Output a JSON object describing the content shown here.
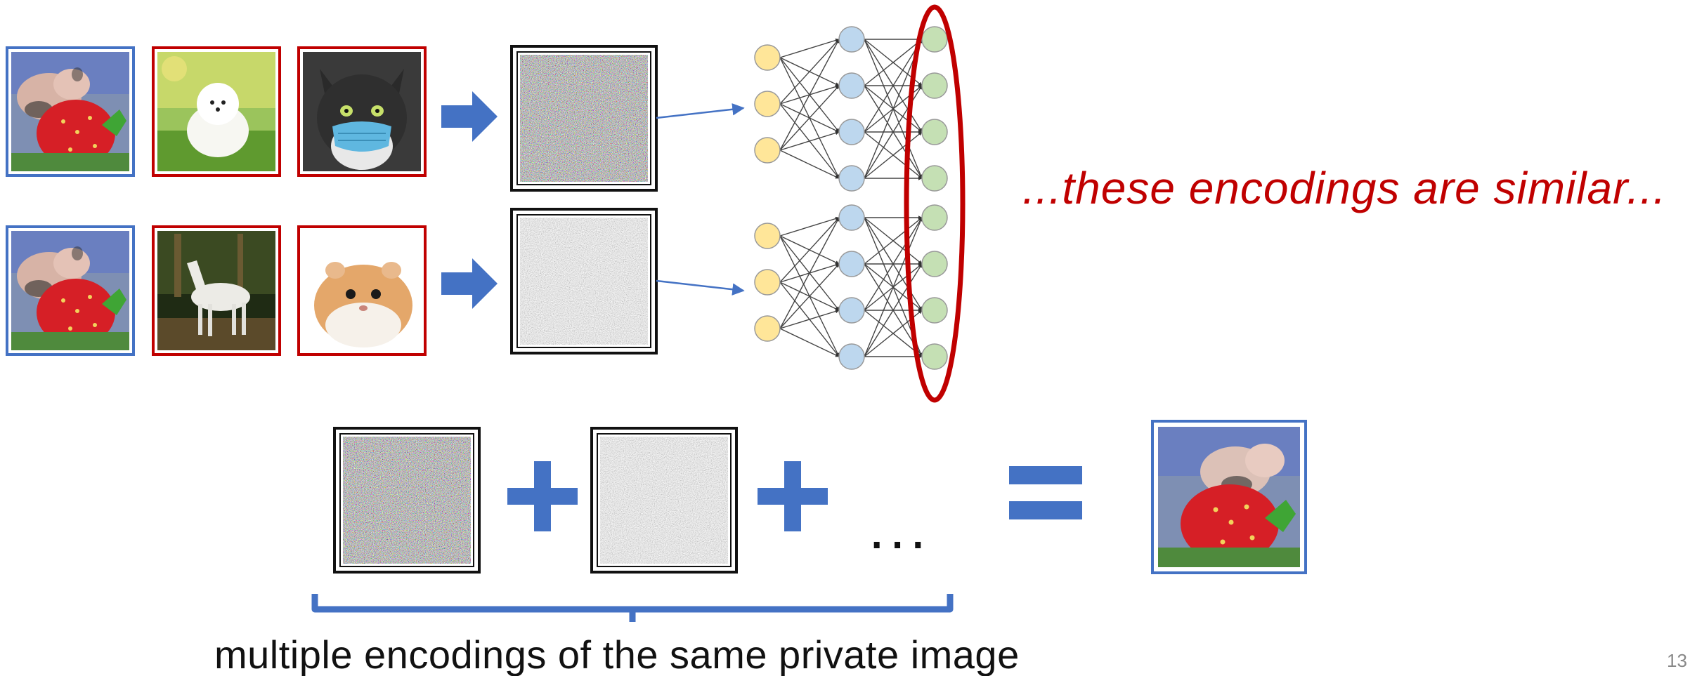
{
  "slide": {
    "caption": "...these encodings are similar...",
    "bottom_caption": "multiple encodings of the same private image",
    "ellipsis": "...",
    "page_number": "13"
  },
  "colors": {
    "accent_blue": "#4472c4",
    "accent_red": "#c00000",
    "node_yellow": "#ffe699",
    "node_blue": "#bdd7ee",
    "node_green": "#c5e0b4"
  },
  "rows": [
    {
      "images": [
        {
          "name": "pig-strawberry",
          "frame": "blue"
        },
        {
          "name": "white-dog",
          "frame": "red"
        },
        {
          "name": "cat-with-mask",
          "frame": "red"
        }
      ],
      "encoding": "color-noise"
    },
    {
      "images": [
        {
          "name": "pig-strawberry",
          "frame": "blue"
        },
        {
          "name": "white-horse",
          "frame": "red"
        },
        {
          "name": "hamster",
          "frame": "red"
        }
      ],
      "encoding": "gray-noise"
    }
  ],
  "network": {
    "layers": [
      3,
      4,
      4
    ]
  },
  "equation": {
    "terms": [
      "color-noise",
      "gray-noise"
    ],
    "result": "pig-strawberry"
  }
}
